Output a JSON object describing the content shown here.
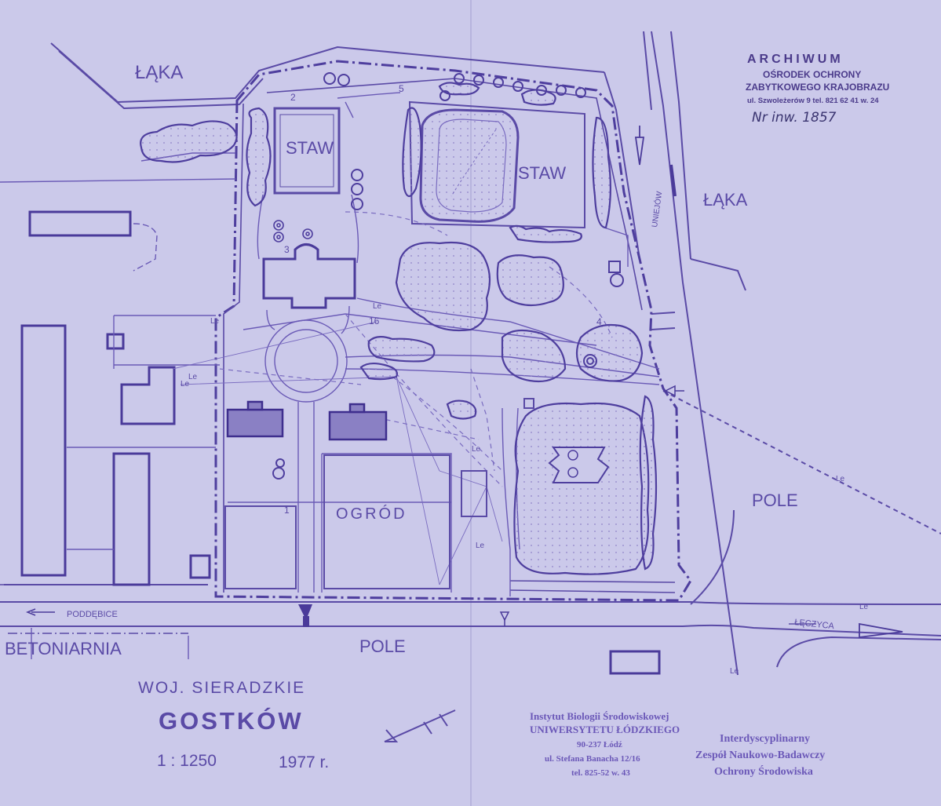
{
  "map": {
    "labels": {
      "laka_nw": "ŁĄKA",
      "laka_e": "ŁĄKA",
      "staw_small": "STAW",
      "staw_large": "STAW",
      "ogrod": "OGRÓD",
      "pole_e": "POLE",
      "pole_s": "POLE",
      "betoniarnia": "BETONIARNIA",
      "poddebice": "PODDĘBICE",
      "leczyca": "ŁĘCZYCA",
      "uniejow": "UNIEJÓW",
      "le": "Le",
      "num_1": "1",
      "num_2": "2",
      "num_3": "3",
      "num_4": "4",
      "num_5": "5",
      "num_16": "16"
    },
    "title": {
      "region": "WOJ.  SIERADZKIE",
      "place": "GOSTKÓW",
      "scale": "1 : 1250",
      "year": "1977 r."
    },
    "stamps": {
      "archive": {
        "line1": "ARCHIWUM",
        "line2": "OŚRODEK OCHRONY",
        "line3": "ZABYTKOWEGO KRAJOBRAZU",
        "line4": "ul. Szwoleżerów 9  tel. 821 62 41 w. 24"
      },
      "inventory": "Nr inw. 1857",
      "institute": {
        "line1": "Instytut Biologii Środowiskowej",
        "line2": "UNIWERSYTETU ŁÓDZKIEGO",
        "line3": "90-237 Łódź",
        "line4": "ul. Stefana Banacha 12/16",
        "line5": "tel. 825-52 w. 43"
      },
      "team": {
        "line1": "Interdyscyplinarny",
        "line2": "Zespół Naukowo-Badawczy",
        "line3": "Ochrony Środowiska"
      }
    },
    "colors": {
      "paper": "#cbc9ea",
      "ink": "#5a4aa6",
      "stamp_violet": "#6b58b8",
      "dark_ink": "#3a3470"
    }
  }
}
